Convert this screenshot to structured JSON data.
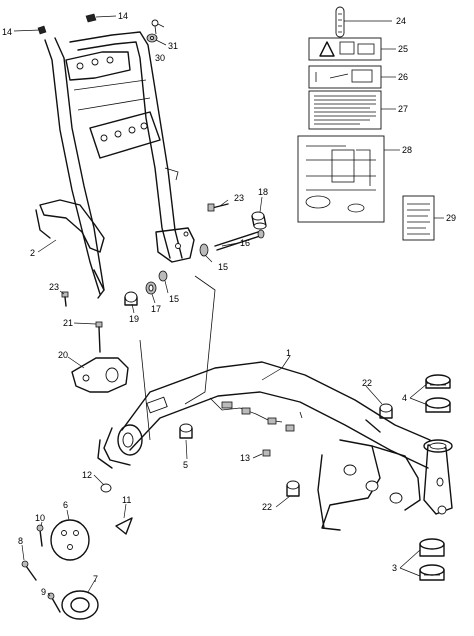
{
  "diagram": {
    "callouts": [
      {
        "id": "c1",
        "text": "1"
      },
      {
        "id": "c2",
        "text": "2"
      },
      {
        "id": "c3",
        "text": "3"
      },
      {
        "id": "c4",
        "text": "4"
      },
      {
        "id": "c5",
        "text": "5"
      },
      {
        "id": "c6",
        "text": "6"
      },
      {
        "id": "c7",
        "text": "7"
      },
      {
        "id": "c8",
        "text": "8"
      },
      {
        "id": "c9",
        "text": "9"
      },
      {
        "id": "c10",
        "text": "10"
      },
      {
        "id": "c11",
        "text": "11"
      },
      {
        "id": "c12",
        "text": "12"
      },
      {
        "id": "c13",
        "text": "13"
      },
      {
        "id": "c14a",
        "text": "14"
      },
      {
        "id": "c14b",
        "text": "14"
      },
      {
        "id": "c15a",
        "text": "15"
      },
      {
        "id": "c15b",
        "text": "15"
      },
      {
        "id": "c16",
        "text": "16"
      },
      {
        "id": "c17",
        "text": "17"
      },
      {
        "id": "c18",
        "text": "18"
      },
      {
        "id": "c19",
        "text": "19"
      },
      {
        "id": "c20",
        "text": "20"
      },
      {
        "id": "c21",
        "text": "21"
      },
      {
        "id": "c22a",
        "text": "22"
      },
      {
        "id": "c22b",
        "text": "22"
      },
      {
        "id": "c23a",
        "text": "23"
      },
      {
        "id": "c23b",
        "text": "23"
      },
      {
        "id": "c24",
        "text": "24"
      },
      {
        "id": "c25",
        "text": "25"
      },
      {
        "id": "c26",
        "text": "26"
      },
      {
        "id": "c27",
        "text": "27"
      },
      {
        "id": "c28",
        "text": "28"
      },
      {
        "id": "c29",
        "text": "29"
      },
      {
        "id": "c30",
        "text": "30"
      },
      {
        "id": "c31",
        "text": "31"
      }
    ]
  }
}
